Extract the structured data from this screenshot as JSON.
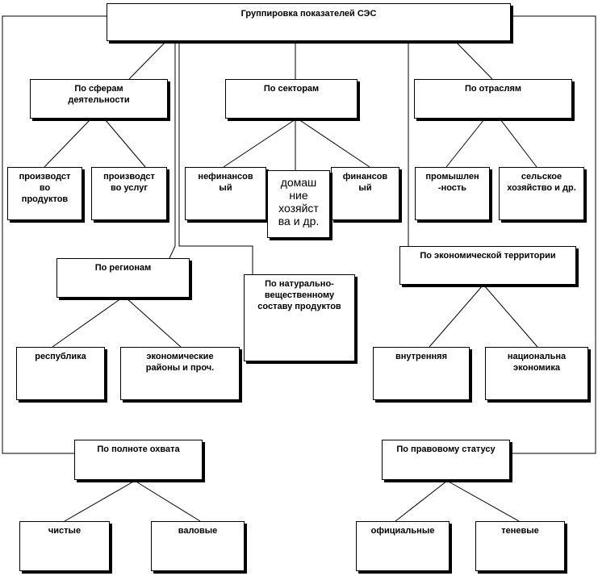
{
  "diagram": {
    "root": "Группировка показателей СЭС",
    "by_sphere": {
      "label": "По сферам деятельности",
      "children": [
        "производст во продуктов",
        "производст во услуг"
      ]
    },
    "by_sector": {
      "label": "По секторам",
      "children": [
        "нефинансов ый",
        "домаш ние хозяйст ва и др.",
        "финансов ый"
      ]
    },
    "by_industry": {
      "label": "По отраслям",
      "children": [
        "промышлен -ность",
        "сельское хозяйство и др."
      ]
    },
    "by_region": {
      "label": "По регионам",
      "children": [
        "республика",
        "экономические районы и проч."
      ]
    },
    "by_natural": {
      "label": "По натурально-вещественному составу продуктов"
    },
    "by_territory": {
      "label": "По экономической территории",
      "children": [
        "внутренняя",
        "национальна экономика"
      ]
    },
    "by_coverage": {
      "label": "По полноте охвата",
      "children": [
        "чистые",
        "валовые"
      ]
    },
    "by_legal": {
      "label": "По правовому статусу",
      "children": [
        "официальные",
        "теневые"
      ]
    }
  }
}
